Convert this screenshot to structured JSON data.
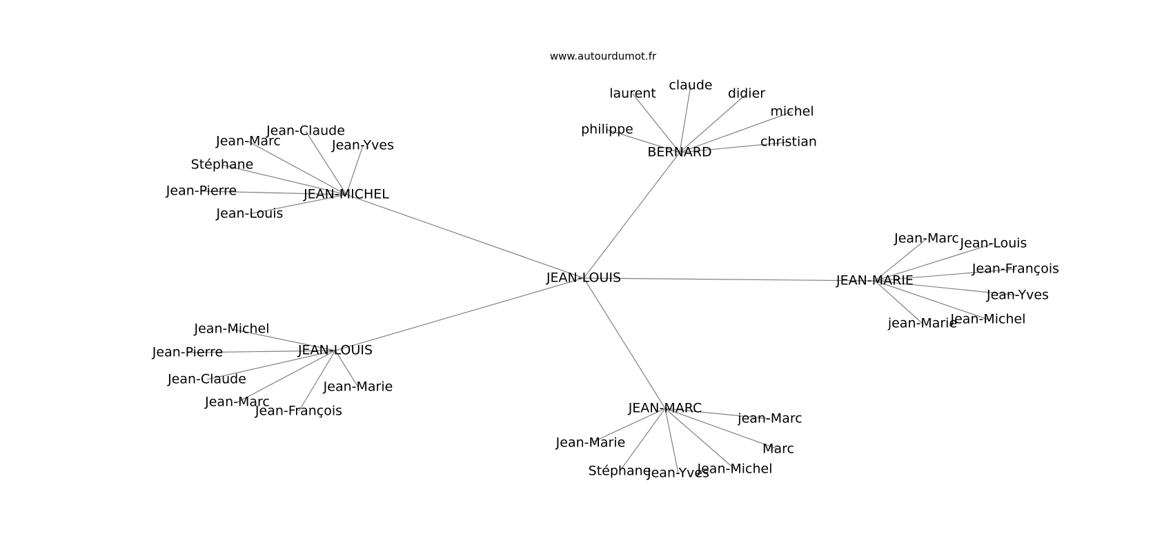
{
  "site": "www.autourdumot.fr",
  "center": "JEAN-LOUIS",
  "clusters": [
    {
      "hub": "BERNARD",
      "leaves": [
        "laurent",
        "claude",
        "didier",
        "michel",
        "philippe",
        "christian"
      ]
    },
    {
      "hub": "JEAN-MICHEL",
      "leaves": [
        "Jean-Claude",
        "Jean-Marc",
        "Jean-Yves",
        "Stéphane",
        "Jean-Pierre",
        "Jean-Louis"
      ]
    },
    {
      "hub": "JEAN-MARIE",
      "leaves": [
        "Jean-Marc",
        "Jean-Louis",
        "Jean-François",
        "Jean-Yves",
        "Jean-Michel",
        "jean-Marie"
      ]
    },
    {
      "hub": "JEAN-LOUIS",
      "leaves": [
        "Jean-Michel",
        "Jean-Pierre",
        "Jean-Claude",
        "Jean-Marie",
        "Jean-Marc",
        "Jean-François"
      ]
    },
    {
      "hub": "JEAN-MARC",
      "leaves": [
        "jean-Marc",
        "Marc",
        "Jean-Marie",
        "Jean-Michel",
        "Stéphane",
        "Jean-Yves"
      ]
    }
  ]
}
